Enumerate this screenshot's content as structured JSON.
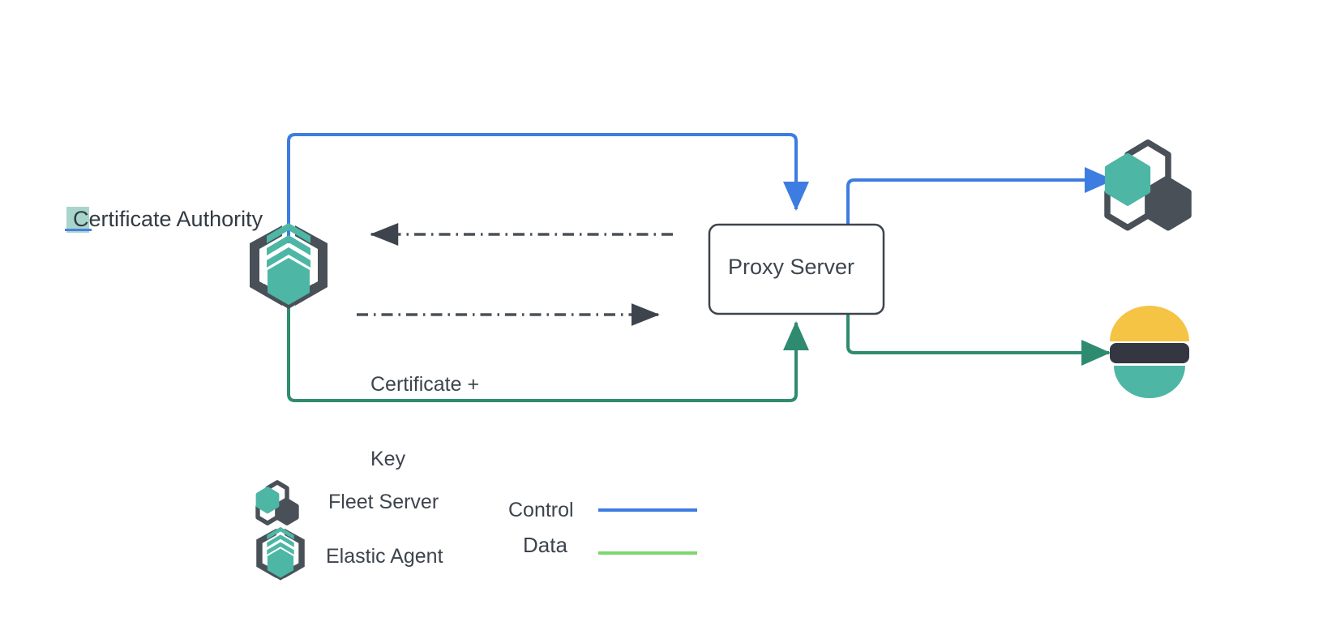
{
  "diagram": {
    "title_text": "Certificate Authority",
    "nodes": {
      "certificate_authority": {
        "label": "Certificate Authority",
        "icon": "elastic-agent-icon"
      },
      "proxy_server": {
        "label": "Proxy Server"
      },
      "fleet_server": {
        "icon": "fleet-server-icon"
      },
      "elasticsearch": {
        "icon": "elasticsearch-icon"
      }
    },
    "edge_labels": {
      "certificate_key": "Certificate +\nKey",
      "certificate_key_line1": "Certificate +",
      "certificate_key_line2": "Key"
    }
  },
  "legend": {
    "items": [
      {
        "label": "Fleet Server",
        "icon": "fleet-server-icon"
      },
      {
        "label": "Elastic Agent",
        "icon": "elastic-agent-icon"
      }
    ],
    "lines": [
      {
        "label": "Control",
        "color": "#3d7ce0"
      },
      {
        "label": "Data",
        "color": "#7ed66f"
      }
    ]
  },
  "colors": {
    "control_blue": "#3d7ce0",
    "data_green": "#7ed66f",
    "flow_green": "#2e8b6f",
    "teal": "#4db6a5",
    "dark_slate": "#4a5058",
    "text": "#3d444d",
    "elastic_yellow": "#f5c445",
    "elastic_dark": "#343741",
    "elastic_teal": "#4db6a5",
    "dashed_gray": "#6b7280",
    "highlight_teal": "#a8d5cb",
    "background": "#ffffff"
  }
}
